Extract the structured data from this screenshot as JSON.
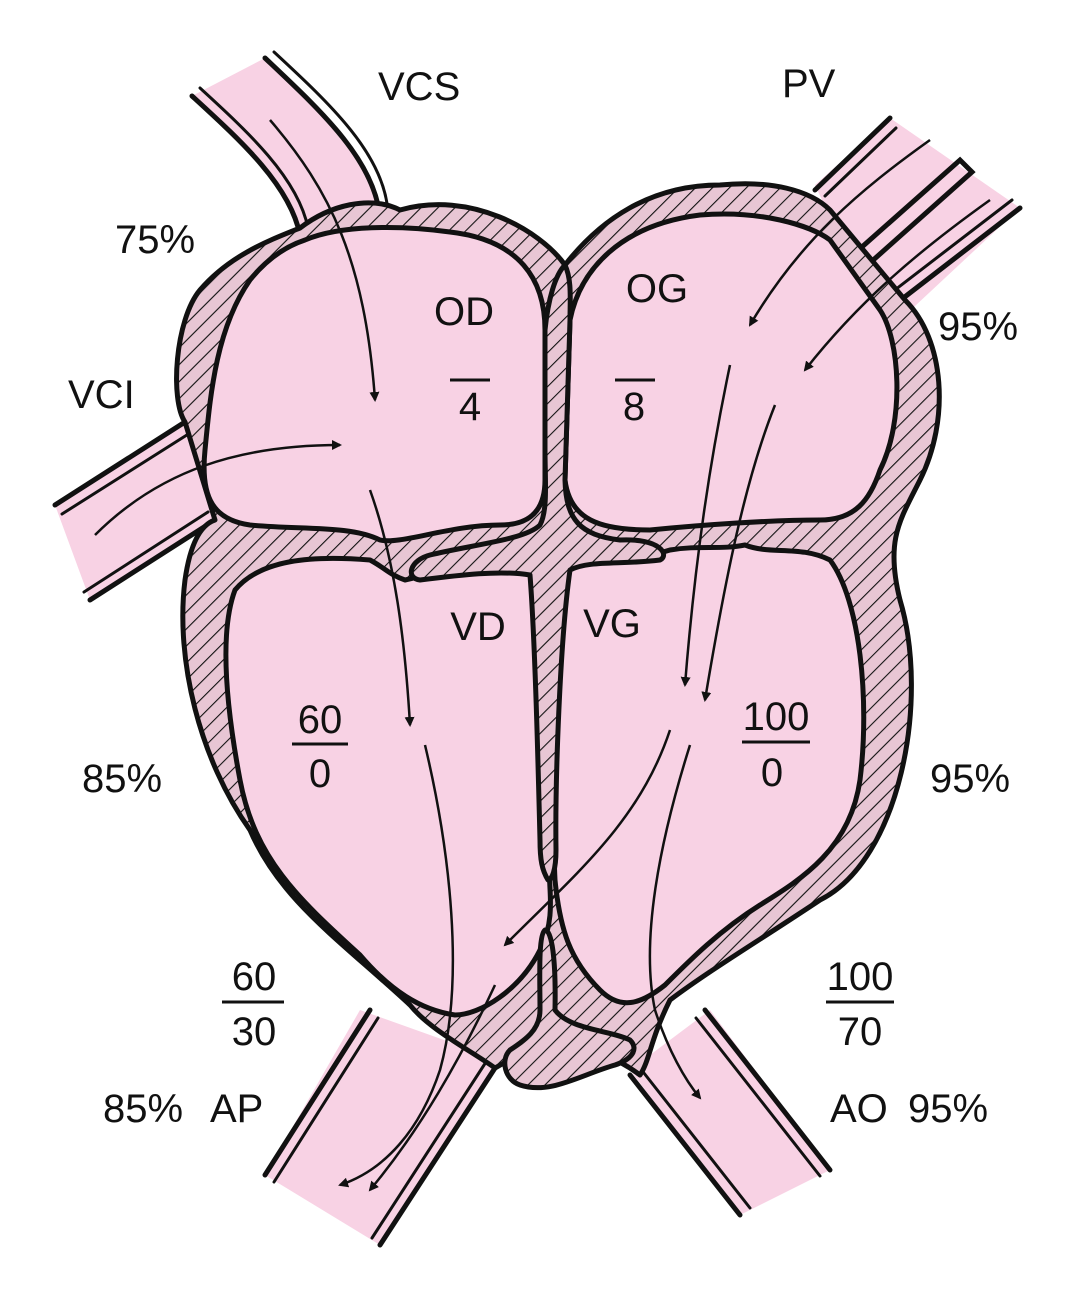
{
  "labels": {
    "vcs": "VCS",
    "pv": "PV",
    "vci": "VCI",
    "od": "OD",
    "og": "OG",
    "vd": "VD",
    "vg": "VG",
    "ap": "AP",
    "ao": "AO"
  },
  "saturations": {
    "vcs_region": "75%",
    "pv_region": "95%",
    "right_ventricle": "85%",
    "left_ventricle": "95%",
    "pulmonary_artery": "85%",
    "aorta": "95%"
  },
  "pressures": {
    "od": {
      "systolic": "",
      "diastolic": "4"
    },
    "og": {
      "systolic": "",
      "diastolic": "8"
    },
    "vd": {
      "systolic": "60",
      "diastolic": "0"
    },
    "vg": {
      "systolic": "100",
      "diastolic": "0"
    },
    "ap": {
      "systolic": "60",
      "diastolic": "30"
    },
    "ao": {
      "systolic": "100",
      "diastolic": "70"
    }
  },
  "colors": {
    "blood": "#f8d2e4",
    "outline": "#111111",
    "hatch": "#111111"
  }
}
